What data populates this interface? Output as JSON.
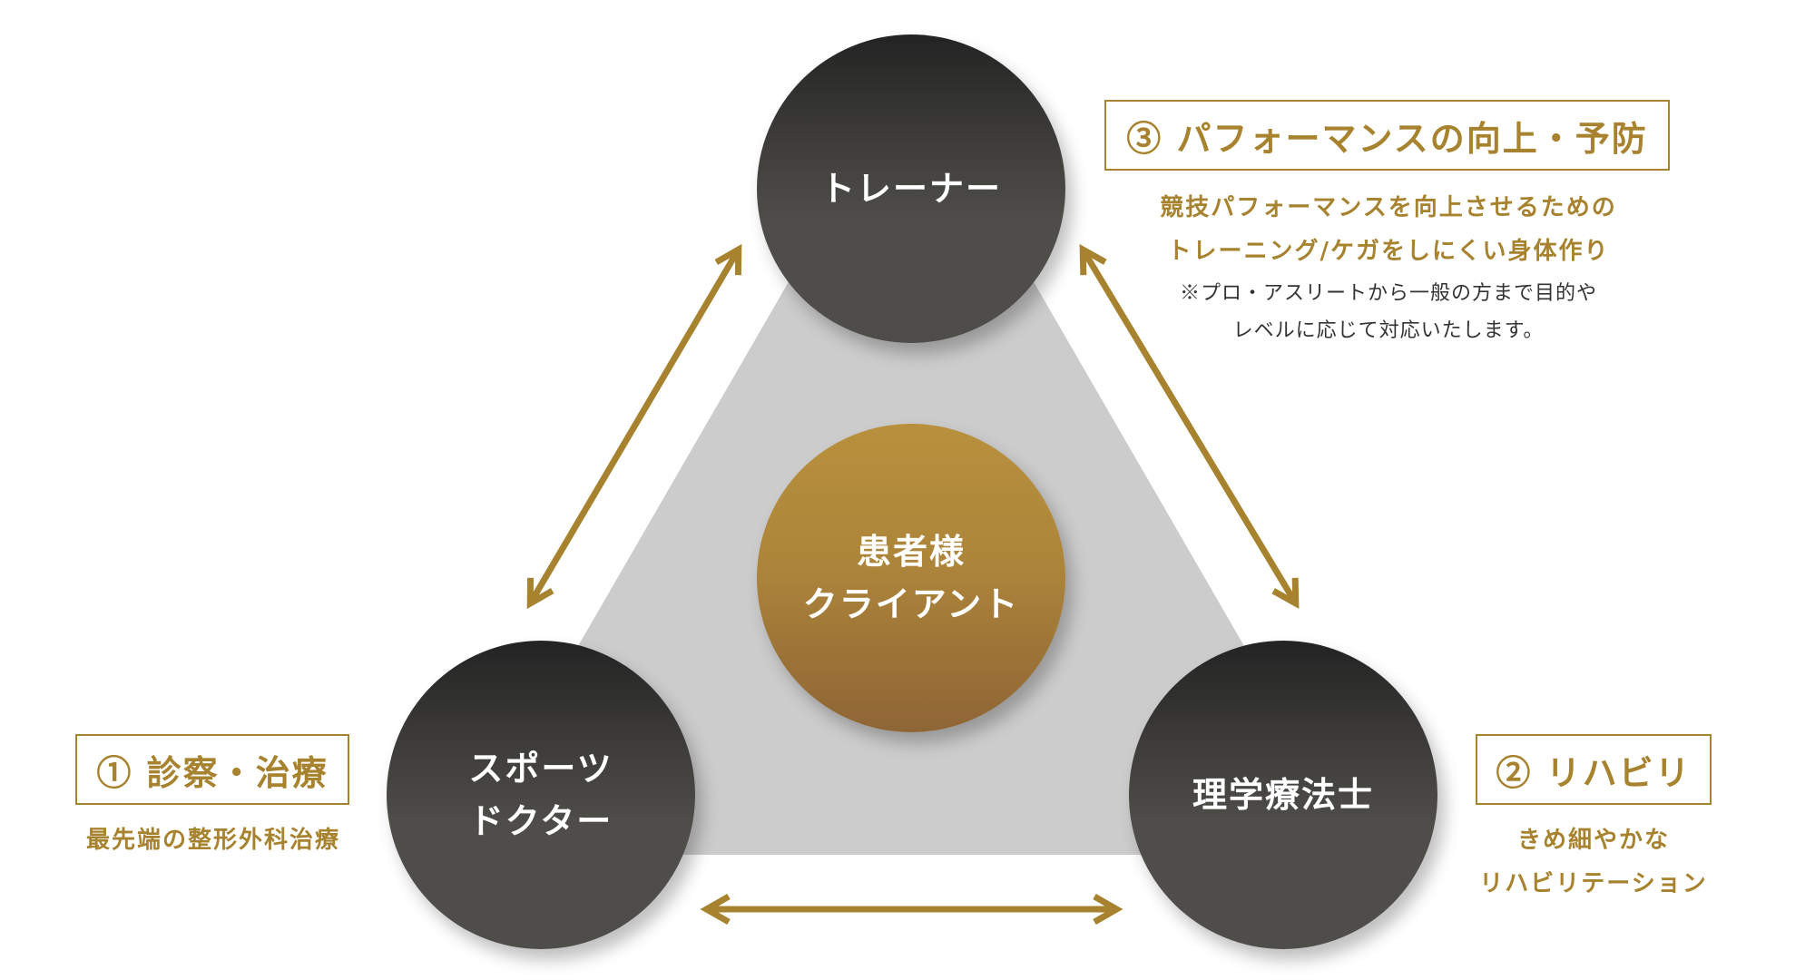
{
  "colors": {
    "accent": "#a8832f",
    "triangle": "#cccccc",
    "circle_dark": "#4e4d49",
    "circle_gold": "#b08838"
  },
  "nodes": {
    "trainer": "トレーナー",
    "doctor_line1": "スポーツ",
    "doctor_line2": "ドクター",
    "therapist": "理学療法士",
    "client_line1": "患者様",
    "client_line2": "クライアント"
  },
  "sections": {
    "s1": {
      "title": "① 診察・治療",
      "lines": [
        "最先端の整形外科治療"
      ]
    },
    "s2": {
      "title": "② リハビリ",
      "lines": [
        "きめ細やかな",
        "リハビリテーション"
      ]
    },
    "s3": {
      "title": "③ パフォーマンスの向上・予防",
      "lines": [
        "競技パフォーマンスを向上させるための",
        "トレーニング/ケガをしにくい身体作り"
      ],
      "notes": [
        "※プロ・アスリートから一般の方まで目的や",
        "レベルに応じて対応いたします。"
      ]
    }
  }
}
